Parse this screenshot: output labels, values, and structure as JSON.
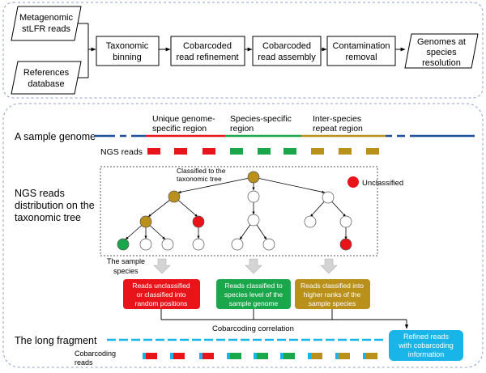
{
  "pipeline": {
    "input1": [
      "Metagenomic",
      "stLFR reads"
    ],
    "input2": [
      "References",
      "database"
    ],
    "step1": [
      "Taxonomic",
      "binning"
    ],
    "step2": [
      "Cobarcoded",
      "read refinement"
    ],
    "step3": [
      "Cobarcoded",
      "read assembly"
    ],
    "step4": [
      "Contamination",
      "removal"
    ],
    "output": [
      "Genomes at",
      "species",
      "resolution"
    ]
  },
  "genome": {
    "label": "A sample genome",
    "unique_region": [
      "Unique genome-",
      "specific region"
    ],
    "species_region": [
      "Species-specific",
      "region"
    ],
    "repeat_region": [
      "Inter-species",
      "repeat region"
    ],
    "ngs_reads_label": "NGS reads"
  },
  "tree": {
    "side_label": [
      "NGS reads",
      "distribution on the",
      "taxonomic tree"
    ],
    "classified_label": [
      "Classified to the",
      "taxonomic tree"
    ],
    "unclassified_label": "Unclassified",
    "sample_species_label": [
      "The sample",
      "species"
    ]
  },
  "categories": {
    "red": [
      "Reads unclassified",
      "or classified into",
      "random positions"
    ],
    "green": [
      "Reads classified to",
      "species level of the",
      "sample genome"
    ],
    "gold": [
      "Reads classified into",
      "higher ranks of the",
      "sample species"
    ]
  },
  "fragment": {
    "label": "The long fragment",
    "correlation_label": "Cobarcoding correlation",
    "refined": [
      "Refined reads",
      "with cobarcoding",
      "information"
    ],
    "cobarcoding_label": [
      "Cobarcoding",
      "reads"
    ]
  },
  "colors": {
    "red": "#e8141a",
    "green": "#1aa64a",
    "gold": "#b8901a",
    "blue": "#1e4f9a",
    "cyan": "#19b4e8"
  }
}
